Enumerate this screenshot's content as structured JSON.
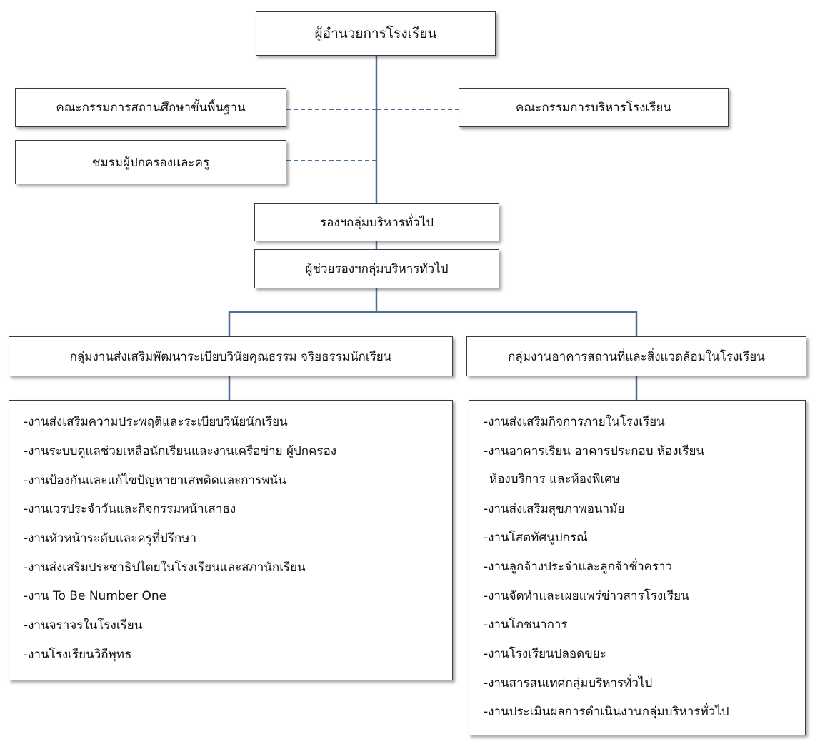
{
  "colors": {
    "connector": "#4a6f96",
    "box_border": "#3a3a3a",
    "background": "#ffffff"
  },
  "nodes": {
    "director": "ผู้อำนวยการโรงเรียน",
    "basic_board": "คณะกรรมการสถานศึกษาขั้นพื้นฐาน",
    "admin_board": "คณะกรรมการบริหารโรงเรียน",
    "parent_club": "ชมรมผู้ปกครองและครู",
    "deputy": "รองฯกลุ่มบริหารทั่วไป",
    "assistant_deputy": "ผู้ช่วยรองฯกลุ่มบริหารทั่วไป",
    "group_left": "กลุ่มงานส่งเสริมพัฒนาระเบียบวินัยคุณธรรม จริยธรรมนักเรียน",
    "group_right": "กลุ่มงานอาคารสถานที่และสิ่งแวดล้อมในโรงเรียน"
  },
  "left_tasks": [
    "-งานส่งเสริมความประพฤติและระเบียบวินัยนักเรียน",
    "-งานระบบดูแลช่วยเหลือนักเรียนและงานเครือข่าย ผู้ปกครอง",
    "-งานป้องกันและแก้ไขปัญหายาเสพติดและการพนัน",
    "-งานเวรประจำวันและกิจกรรมหน้าเสาธง",
    "-งานหัวหน้าระดับและครูที่ปรึกษา",
    "-งานส่งเสริมประชาธิปไตยในโรงเรียนและสภานักเรียน",
    "-งาน To Be Number One",
    "-งานจราจรในโรงเรียน",
    "-งานโรงเรียนวิถีพุทธ"
  ],
  "right_tasks": [
    "-งานส่งเสริมกิจการภายในโรงเรียน",
    "-งานอาคารเรียน อาคารประกอบ ห้องเรียน",
    " ห้องบริการ และห้องพิเศษ",
    "-งานส่งเสริมสุขภาพอนามัย",
    "-งานโสตทัศนูปกรณ์",
    "-งานลูกจ้างประจำและลูกจ้าชั่วคราว",
    "-งานจัดทำและเผยแพร่ข่าวสารโรงเรียน",
    "-งานโภชนาการ",
    "-งานโรงเรียนปลอดขยะ",
    "-งานสารสนเทศกลุ่มบริหารทั่วไป",
    "-งานประเมินผลการดำเนินงานกลุ่มบริหารทั่วไป"
  ]
}
